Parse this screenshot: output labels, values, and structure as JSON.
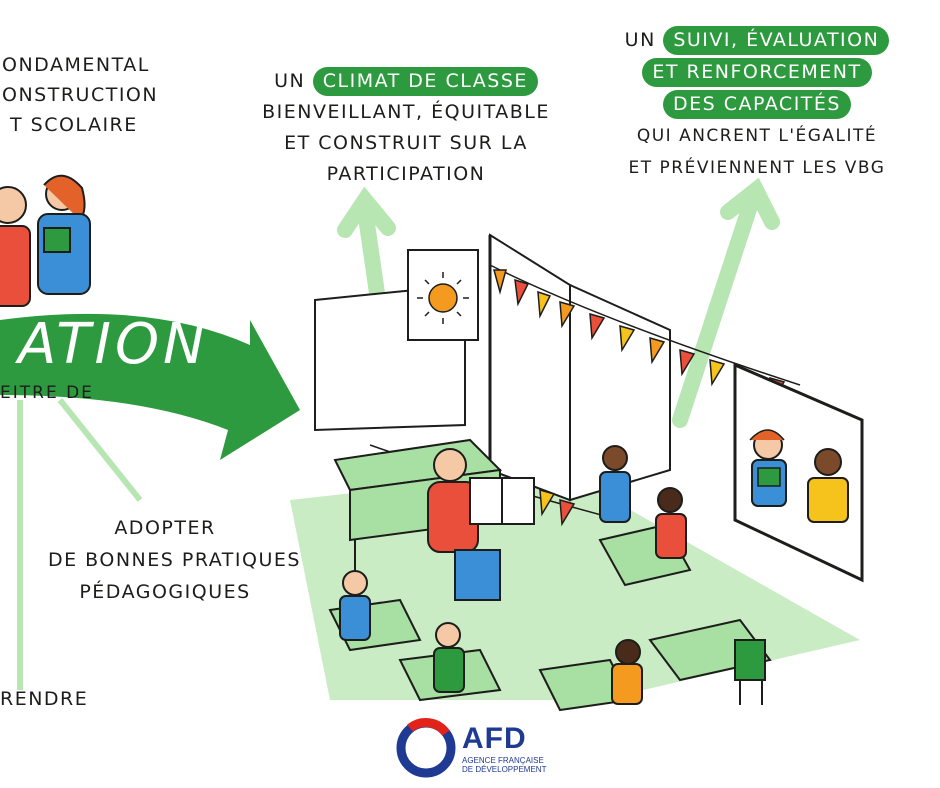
{
  "top_left": {
    "line1": "ONDAMENTAL",
    "line2": "ONSTRUCTION",
    "line3": "T SCOLAIRE"
  },
  "climat": {
    "prefix": "UN",
    "highlight": "CLIMAT DE CLASSE",
    "line2": "BIENVEILLANT, ÉQUITABLE",
    "line3": "ET CONSTRUIT SUR LA",
    "line4": "PARTICIPATION"
  },
  "suivi": {
    "prefix": "UN",
    "highlight1": "SUIVI, ÉVALUATION",
    "highlight2": "ET RENFORCEMENT",
    "highlight3": "DES CAPACITÉS",
    "line4": "QUI ANCRENT L'ÉGALITÉ",
    "line5": "ET PRÉVIENNENT LES VBG"
  },
  "arrow_band": {
    "word": "ATION",
    "subword": "EITRE DE"
  },
  "pratiques": {
    "line1": "ADOPTER",
    "line2": "DE BONNES PRATIQUES",
    "line3": "PÉDAGOGIQUES"
  },
  "bottom_left": {
    "text": "RENDRE"
  },
  "logo": {
    "name": "AFD",
    "sub1": "AGENCE FRANÇAISE",
    "sub2": "DE DÉVELOPPEMENT",
    "colors": {
      "blue": "#1f3a93",
      "red": "#e2231a"
    }
  },
  "colors": {
    "green": "#2e9a3f",
    "light_green": "#c9ecc4",
    "arrow_green": "#9fdc9a"
  }
}
